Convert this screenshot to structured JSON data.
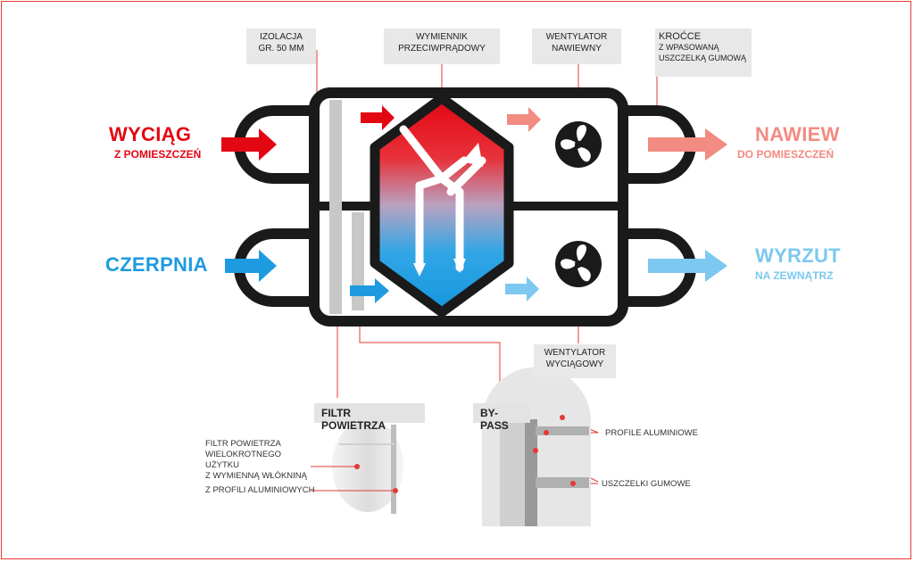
{
  "labels": {
    "insulation": [
      "IZOLACJA",
      "GR. 50 MM"
    ],
    "exchanger": [
      "WYMIENNIK",
      "PRZECIWPRĄDOWY"
    ],
    "supply_fan": [
      "WENTYLATOR",
      "NAWIEWNY"
    ],
    "stubs": [
      "KROĆCE",
      "Z WPASOWANĄ",
      "USZCZELKĄ GUMOWĄ"
    ],
    "exhaust_fan": [
      "WENTYLATOR",
      "WYCIĄGOWY"
    ]
  },
  "flows": {
    "extract": {
      "title": "WYCIĄG",
      "sub": "Z POMIESZCZEŃ"
    },
    "supply": {
      "title": "NAWIEW",
      "sub": "DO POMIESZCZEŃ"
    },
    "intake": {
      "title": "CZERPNIA"
    },
    "exhaust": {
      "title": "WYRZUT",
      "sub": "NA ZEWNĄTRZ"
    }
  },
  "filter_panel": {
    "title": "FILTR POWIETRZA",
    "desc": [
      "FILTR POWIETRZA",
      "WIELOKROTNEGO UŻYTKU",
      "Z WYMIENNĄ WŁÓKNINĄ"
    ],
    "profile": "Z PROFILI ALUMINIOWYCH"
  },
  "bypass_panel": {
    "title": "BY-PASS",
    "profiles": "PROFILE ALUMINIOWE",
    "seals": "USZCZELKI GUMOWE"
  },
  "colors": {
    "warm": "#e30613",
    "warm_light": "#f28b82",
    "cold": "#1e9be0",
    "cold_light": "#7dc8f0",
    "housing": "#1a1a1a",
    "frame": "#e53935"
  }
}
